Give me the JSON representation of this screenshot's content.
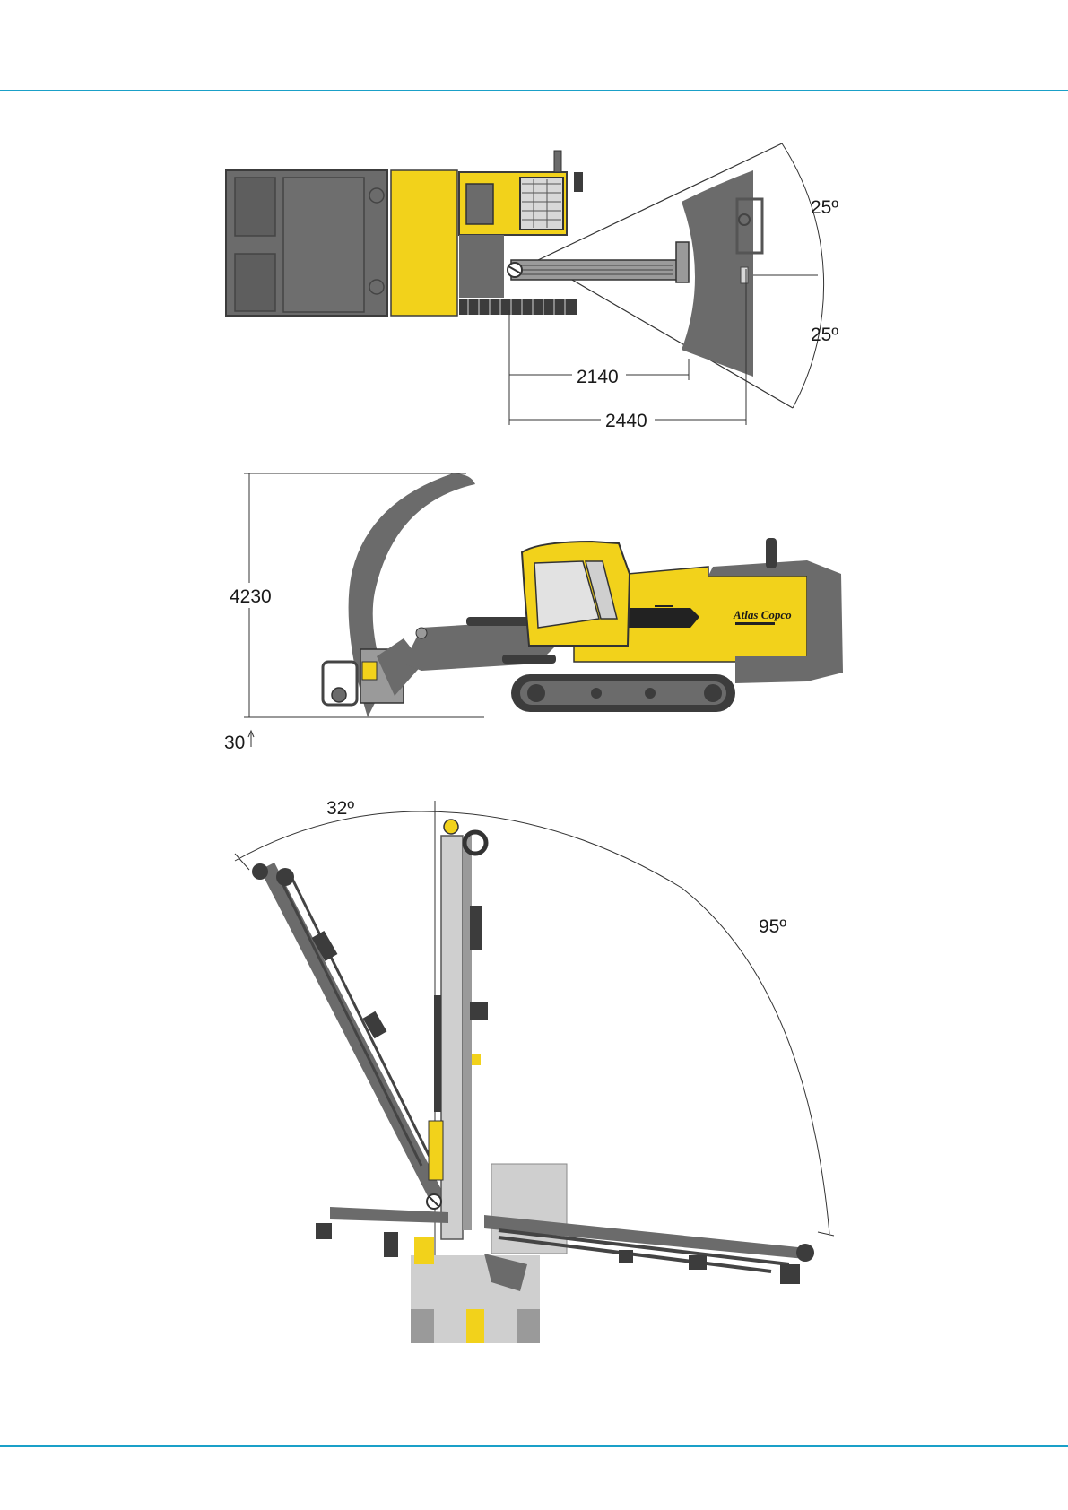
{
  "colors": {
    "rule": "#1aa0c8",
    "machine_body": "#6b6b6b",
    "machine_dark": "#3c3c3c",
    "machine_light": "#9a9a9a",
    "accent_yellow": "#f2d21b",
    "cab_glass": "#d8d8d8",
    "dimension_line": "#333333"
  },
  "top_view": {
    "angle_upper": "25º",
    "angle_lower": "25º",
    "dim_inner": "2140",
    "dim_outer": "2440"
  },
  "side_view": {
    "height_dim": "4230",
    "ground_dim": "30",
    "logo": "Atlas Copco"
  },
  "front_view": {
    "angle_left": "32º",
    "angle_right": "95º"
  }
}
